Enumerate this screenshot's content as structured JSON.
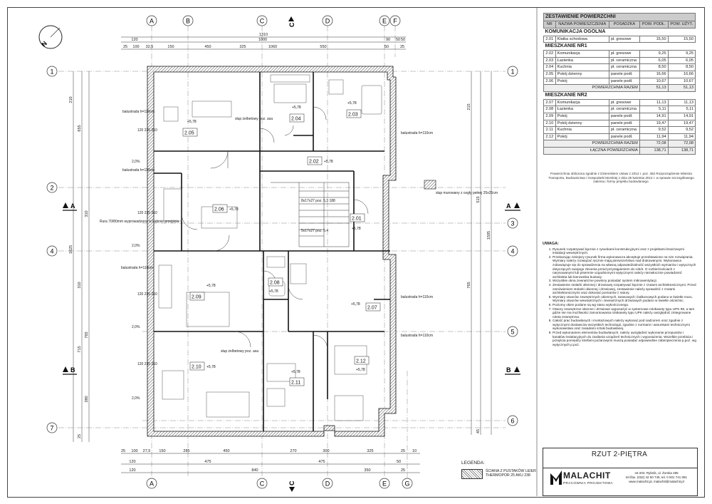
{
  "plan": {
    "axes_letters": [
      "A",
      "B",
      "C",
      "D",
      "E",
      "F",
      "G"
    ],
    "axes_numbers": [
      "1",
      "2",
      "3",
      "4",
      "5",
      "6",
      "7"
    ],
    "top_dims": {
      "r1": [
        "1310"
      ],
      "r2": [
        "120",
        "1000",
        "90",
        "50",
        "50"
      ],
      "r3": [
        "25",
        "100",
        "32,5",
        "150",
        "450",
        "325",
        "1060",
        "550",
        "50",
        "25"
      ]
    },
    "bottom_dims": {
      "r1": [
        "25",
        "100",
        "27,5",
        "150",
        "285",
        "450",
        "270",
        "300",
        "325",
        "25",
        "10"
      ],
      "r2": [
        "120",
        "475",
        "475",
        "50"
      ],
      "r3": [
        "120",
        "840",
        "350",
        "25"
      ]
    },
    "side_dims_left": [
      "210",
      "655",
      "310",
      "1625",
      "310",
      "765",
      "715",
      "380",
      "25"
    ],
    "side_dims_right": [
      "215",
      "515",
      "765",
      "1595",
      "45"
    ],
    "section_marks": {
      "a": "A",
      "b": "B",
      "c": "C"
    },
    "rooms": [
      {
        "id": "2.05",
        "lvl": "+5,78"
      },
      {
        "id": "2.04",
        "lvl": "+5,78"
      },
      {
        "id": "2.03",
        "lvl": "+5,78"
      },
      {
        "id": "2.02",
        "lvl": "+5,78"
      },
      {
        "id": "2.06",
        "lvl": "+5,78"
      },
      {
        "id": "2.01",
        "lvl": "+5,78"
      },
      {
        "id": "2.09",
        "lvl": "+5,78"
      },
      {
        "id": "2.08",
        "lvl": "+5,78"
      },
      {
        "id": "2.07",
        "lvl": "+5,78"
      },
      {
        "id": "2.10",
        "lvl": "+5,78"
      },
      {
        "id": "2.11",
        "lvl": "+5,78"
      },
      {
        "id": "2.12",
        "lvl": "+5,78"
      }
    ],
    "labels": {
      "balustrada1": "balustrada h=110cm",
      "balustrada2": "balustrada h=110cm",
      "balustrada3": "balustrada h=110cm",
      "balustrada4": "balustrada h=110cm",
      "balustrada5": "balustrada h=110cm",
      "balustrada6": "balustrada h=110cm",
      "slup1": "słup żelbetowy poz. asa",
      "slup2": "słup żelbetowy poz. asa",
      "slup3": "słup murowany z cegły pełnej 25x25cm",
      "rura": "Rura 70/80mm wyprowadzona w kabinie przejścia",
      "schody1": "8x17x27 poz. 5,3 188",
      "schody2": "5x17x27 poz. 5,4",
      "slope1": "2,0%",
      "slope2": "2,0%",
      "slope3": "2,0%",
      "slope4": "2,0%",
      "win1": "120 235 210",
      "win2": "120 235 210",
      "win3": "120 235 210",
      "win4": "120 235 210"
    }
  },
  "table": {
    "title": "ZESTAWIENIE POWIERZCHNI",
    "headers": [
      "NR",
      "NAZWA POMIESZCZENIA",
      "POSADZKA",
      "POW. PODŁ.",
      "POW. UŻYT."
    ],
    "sections": [
      {
        "name": "KOMUNIKACJA OGÓLNA",
        "rows": [
          [
            "2.01",
            "Klatka schodowa",
            "pł. gresowe",
            "15,50",
            "15,50"
          ]
        ]
      },
      {
        "name": "MIESZKANIE NR1",
        "rows": [
          [
            "2.02",
            "Komunikacja",
            "pł. gresowe",
            "9,25",
            "9,25"
          ],
          [
            "2.03",
            "Łazienka",
            "pł. ceramiczna",
            "6,05",
            "6,05"
          ],
          [
            "2.04",
            "Kuchnia",
            "pł. ceramiczna",
            "8,50",
            "8,50"
          ],
          [
            "2.05",
            "Pokój dzienny",
            "panele podł.",
            "16,66",
            "16,66"
          ],
          [
            "2.06",
            "Pokój",
            "panele podł.",
            "10,67",
            "10,67"
          ]
        ],
        "total": [
          "POWIERZCHNIA RAZEM",
          "51,13",
          "51,13"
        ]
      },
      {
        "name": "MIESZKANIE NR2",
        "rows": [
          [
            "2.07",
            "Komunikacja",
            "pł. gresowe",
            "11,13",
            "11,13"
          ],
          [
            "2.08",
            "Łazienka",
            "pł. ceramiczna",
            "5,11",
            "5,11"
          ],
          [
            "2.09",
            "Pokój",
            "panele podł.",
            "14,91",
            "14,91"
          ],
          [
            "2.10",
            "Pokój dzienny",
            "panele podł.",
            "19,47",
            "19,47"
          ],
          [
            "2.11",
            "Kuchnia",
            "pł. ceramiczna",
            "9,52",
            "9,52"
          ],
          [
            "2.12",
            "Pokój",
            "panele podł.",
            "11,94",
            "11,94"
          ]
        ],
        "total": [
          "POWIERZCHNIA RAZEM",
          "72,08",
          "72,08"
        ]
      }
    ],
    "grand_total": [
      "ŁĄCZNA POWIERZCHNIA",
      "138,71",
      "138,71"
    ]
  },
  "note": "Powierzchnia obliczona zgodnie z Dziennikiem Ustaw z 2012 r. poz. 462 Rozporządzenie Ministra Transportu, Budownictwa i Gospodarki Morskiej z dnia 25 kwietnia 2012 r. w sprawie szczegółowego zakresu i formy projektu budowlanego.",
  "uwagi": {
    "title": "UWAGA:",
    "items": [
      "Rysunek rozpatrywać łącznie z rysunkami konstrukcyjnymi oraz z projektami branżowymi instalacji wewnętrznych.",
      "Przekazując niniejszy rysunek firma wykonawcza akceptuje przedstawione na nim rozwiązania. Wymiary należy rozwiązać ręcznie mają pierwszeństwo nad drukowanymi. Wykonawca zobowiązuje się do sprawdzenia na własną odpowiedzialność wszystkich wymiarów i wytycznych dotyczących swojego zlecenia przed przystąpieniem do robót. O rozbieżnościach z narysowanymi lub pisemnie uzgodnionymi wytycznymi należy niezwłocznie powiadomić architekta lub kierownika budowy.",
      "Wszystkie okna zewnętrzne powinny posiadać system mikrowentylacji.",
      "Zestawienie stolarki okiennej i drzwiowej rozpatrywać łącznie z rzutami architektonicznymi. Przed zamówieniem stolarki okiennej i drzwiowej, zestawienie należy sprawdzić z rzutami architektonicznymi oraz dokonać pomiarów z natury.",
      "Wymiary otworów zewnętrznych okiennych, tarasowych i balkonowych podano w świetle muru. Wymiary otworów wewnętrznych i zewnętrznych drzwiowych podano w świetle ościeżnic.",
      "Poziomy okien podane są wg stanu wykończonego.",
      "Otwory zewnętrzne okienne i drzwiowe wyposażyć w systemowe rolokasety typu UPK 98, a tam gdzie nie ma możliwości zamontowania rolokasety typu UPK należy uwzględnić zintegrowane roleta zewnętrzna.",
      "Całość prac budowlanych i montażowych należy wykonać pod nadzorem oraz zgodnie z wytycznymi dostawców wszystkich technologii, zgodnie z normami i warunkami technicznymi wykonawstwa oraz zasadami sztuki budowlanej.",
      "Przed wykonaniem elementów budowlanych, należy uwzględnić wykonanie przepustów i kanałów instalacyjnych do zasilania urządzeń technicznych i wyposażenia. Wszelkie przebicia i przejścia pomiędzy strefami pożarowymi muszą posiadać odpowiednie zabezpieczenia p.poż. wg wytycznych p.poż."
    ]
  },
  "legend": {
    "title": "LEGENDA:",
    "line1": "ŚCIANA Z PUSTAKÓW LEIER",
    "line2": "THERMOPOR 25 AKU 238"
  },
  "titleblock": {
    "title": "RZUT 2-PIĘTRA",
    "company": "MALACHIT",
    "company_sub": "PRACOWNIA PROJEKTOWA",
    "addr1": "44-203. Rybnik, ul. Żorska 285",
    "addr2": "tel./fax. (032) 42 50 745, tel. 0 501 741 081",
    "addr3": "www.malachit.pl, malachit@malachit.pl"
  }
}
